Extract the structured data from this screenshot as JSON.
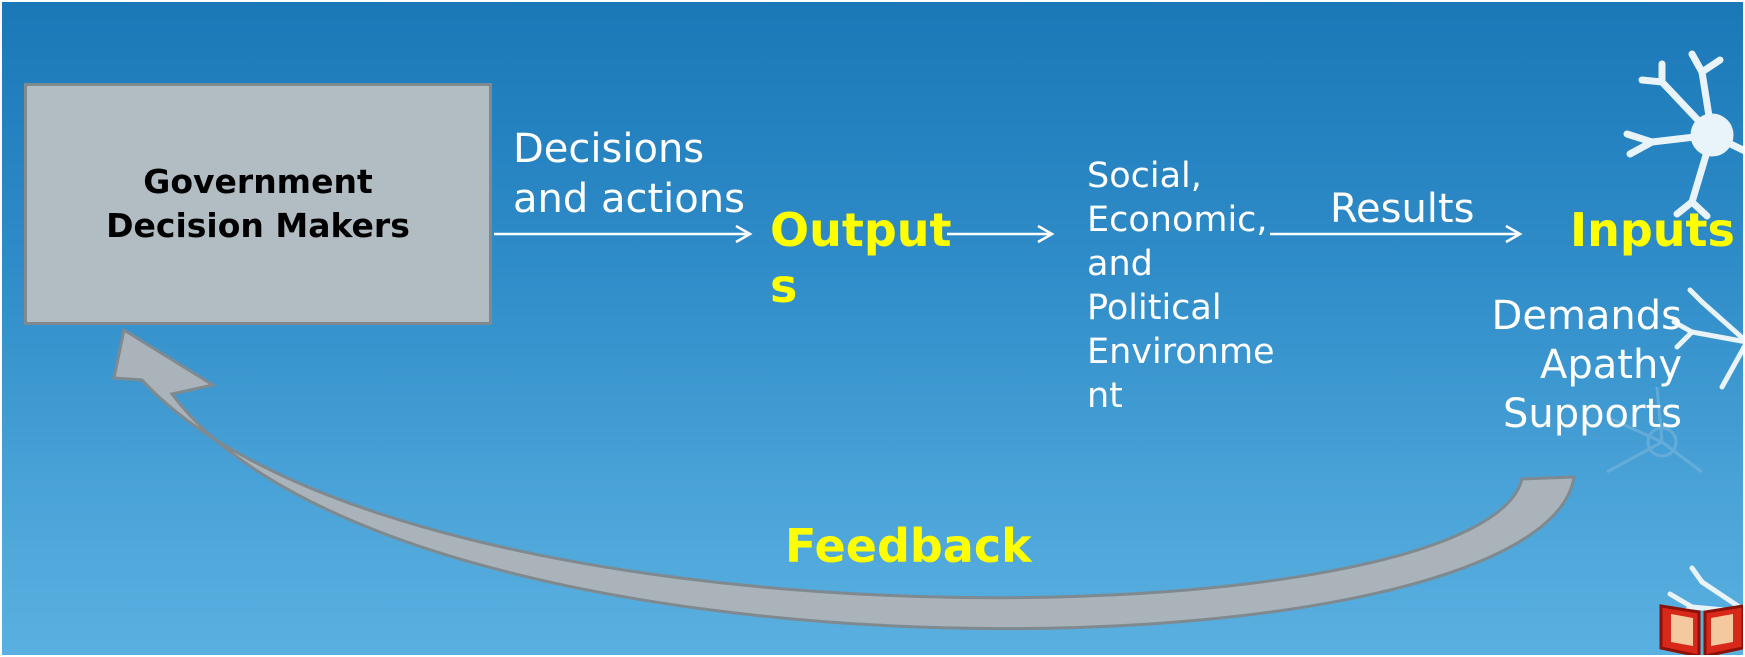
{
  "diagram": {
    "box": {
      "label": "Government\nDecision Makers"
    },
    "labels": {
      "decisions": "Decisions\nand actions",
      "outputs": "Output\ns",
      "environment": "Social,\nEconomic,\nand\nPolitical\nEnvironme\nnt",
      "results": "Results",
      "inputs": "Inputs",
      "input_list": "Demands\nApathy\nSupports",
      "feedback": "Feedback"
    }
  },
  "colors": {
    "background_top": "#1b78b8",
    "background_bottom": "#5ab0e0",
    "box_fill": "#b2bcc3",
    "highlight": "#ffff00",
    "text": "#ffffff",
    "feedback_arrow": "#a9b3b9"
  },
  "decoration_icons": [
    "snowflake-icon",
    "book-icon"
  ]
}
